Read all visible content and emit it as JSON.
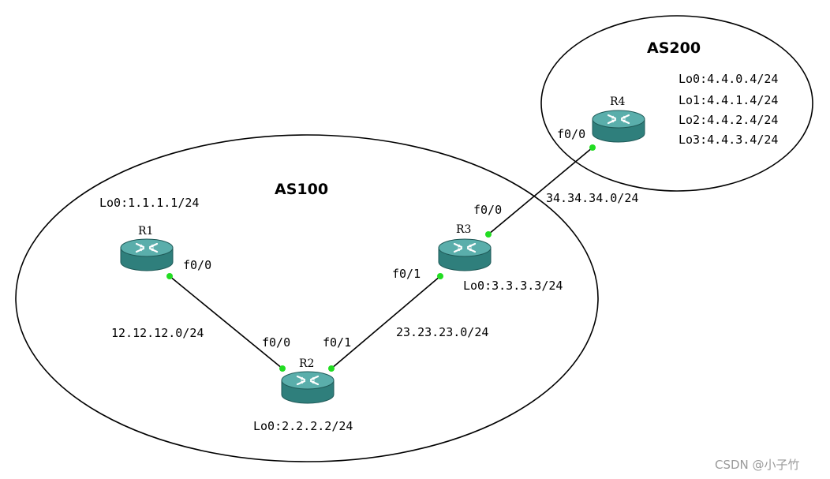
{
  "as_labels": {
    "as100": "AS100",
    "as200": "AS200"
  },
  "routers": {
    "r1": {
      "name": "R1",
      "loopback": "Lo0:1.1.1.1/24"
    },
    "r2": {
      "name": "R2",
      "loopback": "Lo0:2.2.2.2/24"
    },
    "r3": {
      "name": "R3",
      "loopback": "Lo0:3.3.3.3/24"
    },
    "r4": {
      "name": "R4",
      "loopbacks": [
        "Lo0:4.4.0.4/24",
        "Lo1:4.4.1.4/24",
        "Lo2:4.4.2.4/24",
        "Lo3:4.4.3.4/24"
      ]
    }
  },
  "interfaces": {
    "r1_f00": "f0/0",
    "r2_f00": "f0/0",
    "r2_f01": "f0/1",
    "r3_f01": "f0/1",
    "r3_f00": "f0/0",
    "r4_f00": "f0/0"
  },
  "links": {
    "r1_r2": "12.12.12.0/24",
    "r2_r3": "23.23.23.0/24",
    "r3_r4": "34.34.34.0/24"
  },
  "watermark": "CSDN @小子竹",
  "colors": {
    "router_body": "#3a8f8c",
    "router_top": "#5fb3b0",
    "port": "#22dd22"
  }
}
